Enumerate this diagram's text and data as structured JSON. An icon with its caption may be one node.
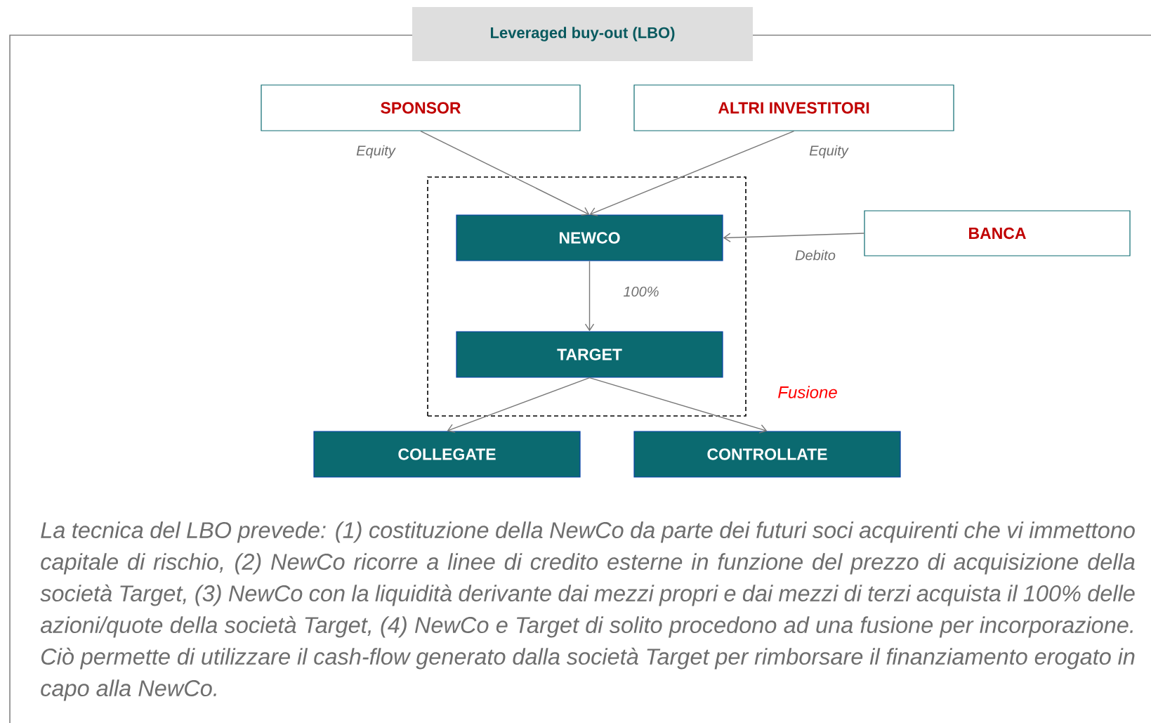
{
  "diagram": {
    "title": "Leveraged buy-out (LBO)",
    "nodes": [
      {
        "text": [
          "SPONSOR"
        ]
      },
      {
        "text": [
          "ALTRI INVESTITORI"
        ]
      },
      {
        "text": [],
        "shape": "box",
        "beside": [
          "Fusione"
        ]
      },
      {
        "text": [
          "NEWCO"
        ],
        "in": 2
      },
      {
        "text": [
          "BANCA"
        ]
      },
      {
        "text": [
          "TARGET"
        ],
        "in": 2
      },
      {
        "text": [
          "COLLEGATE"
        ]
      },
      {
        "text": [
          "CONTROLLATE"
        ]
      }
    ],
    "edges": [
      {
        "from": 0,
        "to": 3,
        "arrow": "to",
        "label": "Equity"
      },
      {
        "from": 1,
        "to": 3,
        "arrow": "to",
        "label": "Equity"
      },
      {
        "from": 4,
        "to": 3,
        "arrow": "to",
        "label": "Debito"
      },
      {
        "from": 3,
        "to": 5,
        "arrow": "to",
        "label": "100%"
      },
      {
        "from": 5,
        "to": 6,
        "arrow": "to"
      },
      {
        "from": 5,
        "to": 7,
        "arrow": "to"
      }
    ],
    "caption": "La tecnica del LBO prevede: (1) costituzione della NewCo da parte dei futuri soci acquirenti che vi immettono capitale di rischio, (2) NewCo ricorre a linee di credito esterne in funzione del prezzo di acquisizione della società Target, (3) NewCo con la liquidità derivante dai mezzi propri e dai mezzi di terzi acquista il 100% delle azioni/quote della società Target, (4) NewCo e Target di solito procedono ad una fusione per incorporazione. Ciò permette di utilizzare il cash-flow generato dalla società Target per rimborsare il finanziamento erogato in capo alla NewCo."
  }
}
